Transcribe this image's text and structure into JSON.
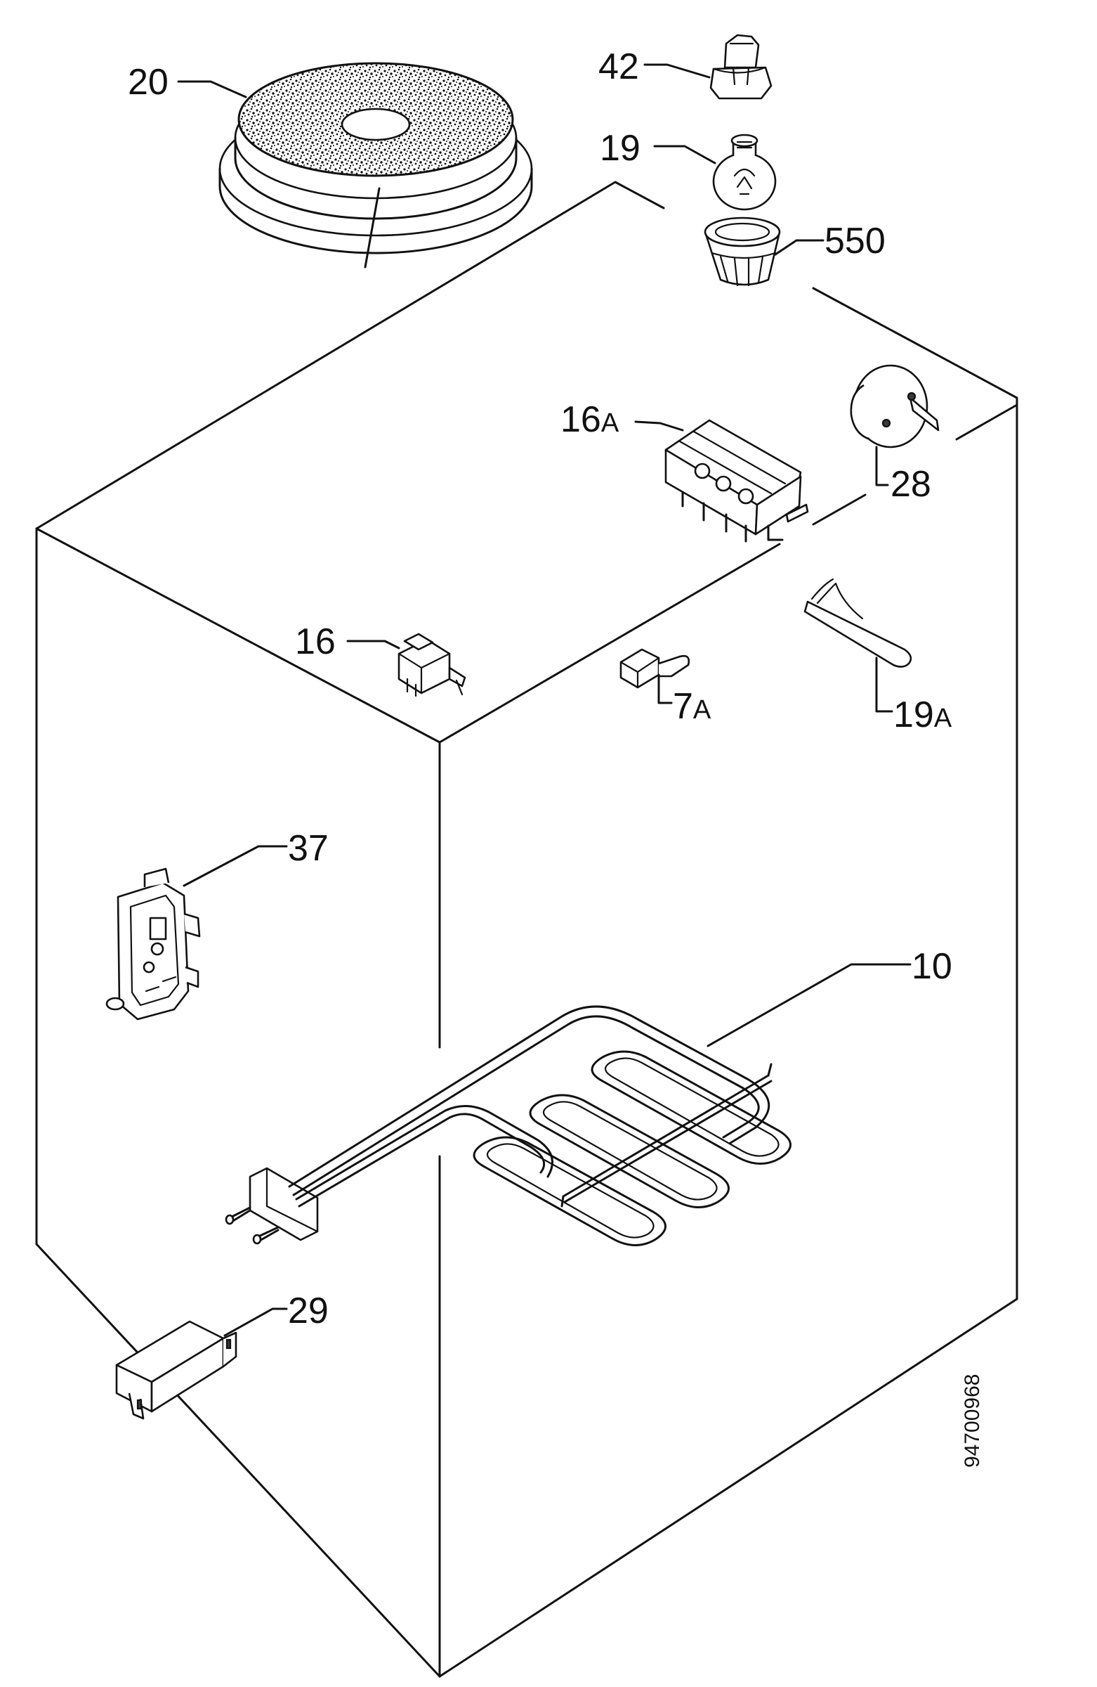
{
  "labels": {
    "p20": "20",
    "p42": "42",
    "p19": "19",
    "p550": "550",
    "p16a_num": "16",
    "p16a_suf": "A",
    "p28": "28",
    "p16": "16",
    "p7a_num": "7",
    "p7a_suf": "A",
    "p19a_num": "19",
    "p19a_suf": "A",
    "p37": "37",
    "p10": "10",
    "p29": "29"
  },
  "doc_number": "94700968",
  "colors": {
    "ink": "#111111",
    "background": "#ffffff"
  }
}
